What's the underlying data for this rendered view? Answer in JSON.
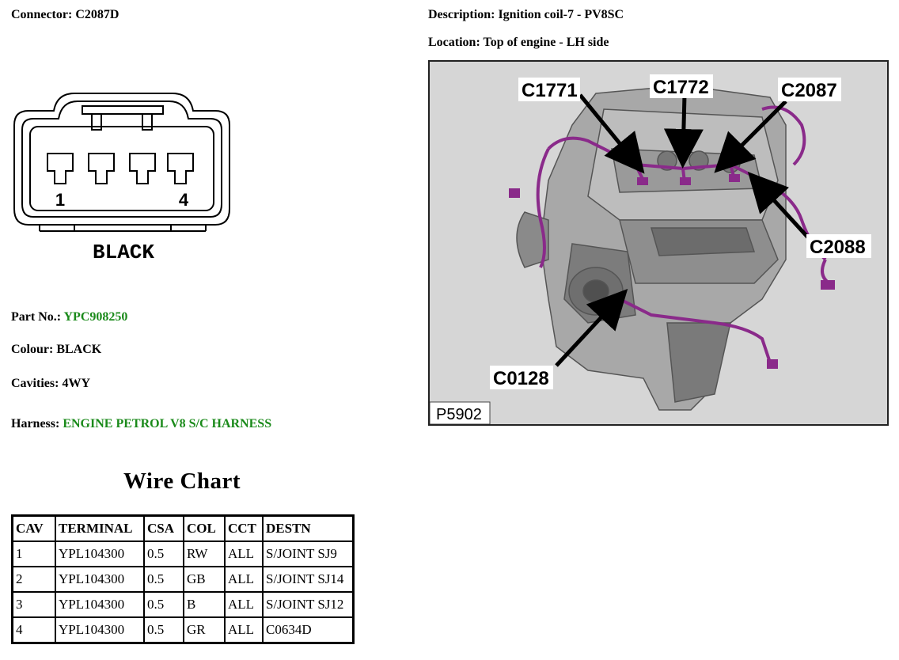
{
  "header": {
    "connector_label": "Connector:",
    "connector_value": "C2087D",
    "description_label": "Description:",
    "description_value": "Ignition coil-7 - PV8SC",
    "location_label": "Location:",
    "location_value": "Top of engine - LH side"
  },
  "connector_diagram": {
    "pin_first": "1",
    "pin_last": "4",
    "colour_text": "BLACK"
  },
  "details": {
    "part_label": "Part No.:",
    "part_value": "YPC908250",
    "colour_label": "Colour:",
    "colour_value": "BLACK",
    "cavities_label": "Cavities:",
    "cavities_value": "4WY",
    "harness_label": "Harness:",
    "harness_value": "ENGINE PETROL V8 S/C HARNESS"
  },
  "engine_image": {
    "callouts": {
      "c1771": "C1771",
      "c1772": "C1772",
      "c2087": "C2087",
      "c2088": "C2088",
      "c0128": "C0128"
    },
    "figure_id": "P5902"
  },
  "wire_chart": {
    "title": "Wire Chart",
    "headers": [
      "CAV",
      "TERMINAL",
      "CSA",
      "COL",
      "CCT",
      "DESTN"
    ],
    "rows": [
      [
        "1",
        "YPL104300",
        "0.5",
        "RW",
        "ALL",
        "S/JOINT SJ9"
      ],
      [
        "2",
        "YPL104300",
        "0.5",
        "GB",
        "ALL",
        "S/JOINT SJ14"
      ],
      [
        "3",
        "YPL104300",
        "0.5",
        "B",
        "ALL",
        "S/JOINT SJ12"
      ],
      [
        "4",
        "YPL104300",
        "0.5",
        "GR",
        "ALL",
        "C0634D"
      ]
    ]
  },
  "colors": {
    "accent_green": "#1a8a1a",
    "harness_purple": "#8a2a8a"
  }
}
